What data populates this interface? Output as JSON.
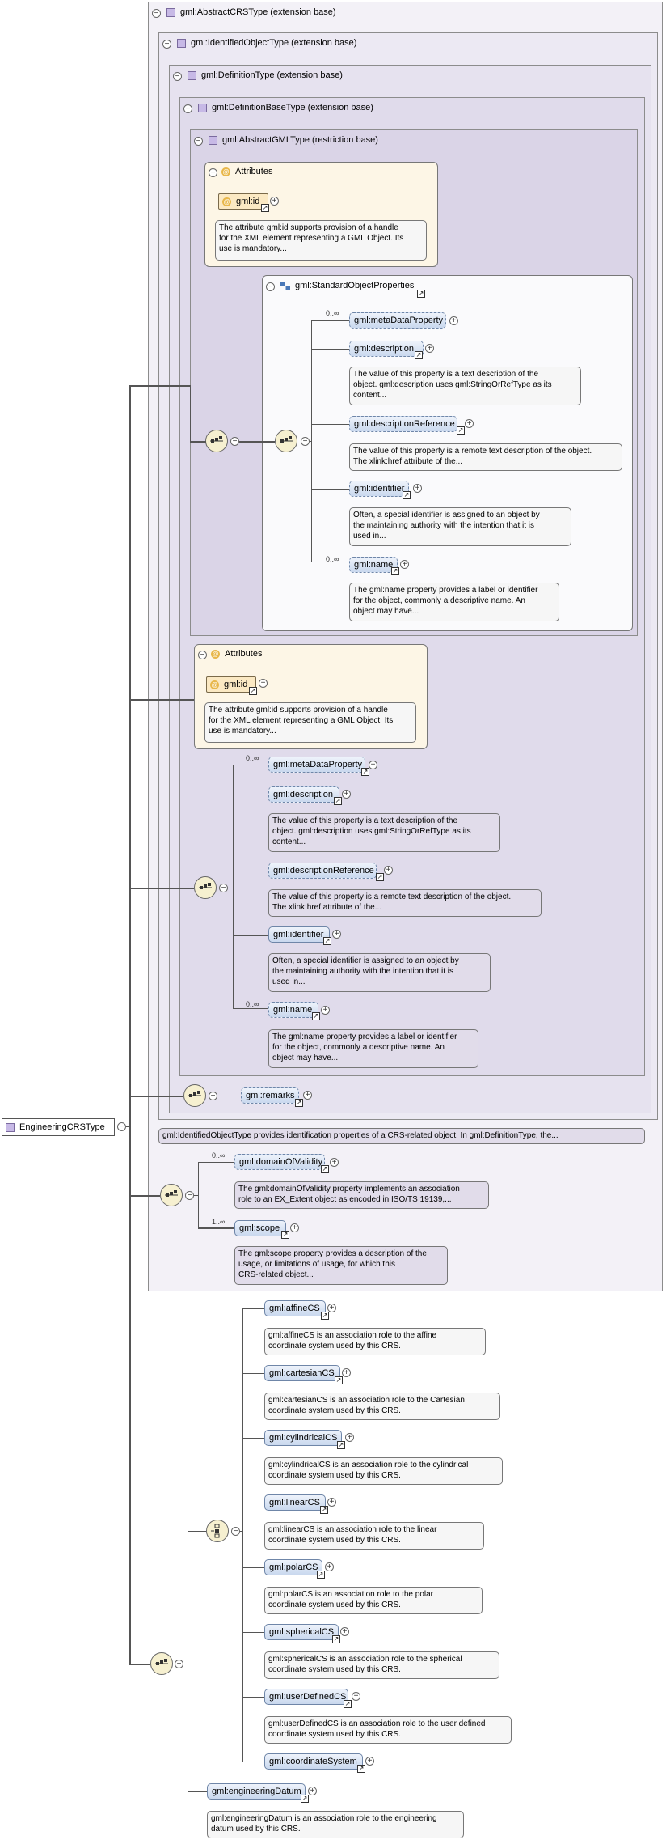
{
  "root": {
    "label": "EngineeringCRSType"
  },
  "types": {
    "abstract_crs": "gml:AbstractCRSType (extension base)",
    "identified_object": "gml:IdentifiedObjectType (extension base)",
    "definition": "gml:DefinitionType (extension base)",
    "definition_base": "gml:DefinitionBaseType (extension base)",
    "abstract_gml": "gml:AbstractGMLType (restriction base)"
  },
  "attributes": {
    "title": "Attributes",
    "id_label": "gml:id",
    "id_doc": [
      "The attribute gml:id supports provision of a handle",
      "for the XML element representing a GML Object. Its",
      "use is mandatory..."
    ]
  },
  "standard_object_properties": {
    "label": "gml:StandardObjectProperties"
  },
  "elements": {
    "metaDataProperty": {
      "label": "gml:metaDataProperty",
      "mult": "0..∞"
    },
    "description": {
      "label": "gml:description",
      "doc": [
        "The value of this property is a text description of the",
        "object. gml:description uses gml:StringOrRefType as its",
        "content..."
      ]
    },
    "descriptionReference": {
      "label": "gml:descriptionReference",
      "doc": [
        "The value of this property is a remote text description of the object.",
        "The xlink:href attribute of the..."
      ]
    },
    "identifier": {
      "label": "gml:identifier",
      "doc": [
        "Often, a special identifier is assigned to an object by",
        "the maintaining authority with the intention that it is",
        "used in..."
      ]
    },
    "name": {
      "label": "gml:name",
      "mult": "0..∞",
      "doc": [
        "The gml:name property provides a label or identifier",
        "for the object, commonly a descriptive name. An",
        "object may have..."
      ]
    },
    "remarks": {
      "label": "gml:remarks"
    },
    "domainOfValidity": {
      "label": "gml:domainOfValidity",
      "mult": "0..∞",
      "doc": [
        "The gml:domainOfValidity property implements an association",
        "role to an EX_Extent object as encoded in ISO/TS 19139,..."
      ]
    },
    "scope": {
      "label": "gml:scope",
      "mult": "1..∞",
      "doc": [
        "The gml:scope property provides a description of the",
        "usage, or limitations of usage, for which this",
        "CRS-related object..."
      ]
    },
    "affineCS": {
      "label": "gml:affineCS",
      "doc": [
        "gml:affineCS is an association role to the affine",
        "coordinate system used by this CRS."
      ]
    },
    "cartesianCS": {
      "label": "gml:cartesianCS",
      "doc": [
        "gml:cartesianCS is an association role to the Cartesian",
        "coordinate system used by this CRS."
      ]
    },
    "cylindricalCS": {
      "label": "gml:cylindricalCS",
      "doc": [
        "gml:cylindricalCS is an association role to the cylindrical",
        "coordinate system used by this CRS."
      ]
    },
    "linearCS": {
      "label": "gml:linearCS",
      "doc": [
        "gml:linearCS is an association role to the linear",
        "coordinate system used by this CRS."
      ]
    },
    "polarCS": {
      "label": "gml:polarCS",
      "doc": [
        "gml:polarCS is an association role to the polar",
        "coordinate system used by this CRS."
      ]
    },
    "sphericalCS": {
      "label": "gml:sphericalCS",
      "doc": [
        "gml:sphericalCS is an association role to the spherical",
        "coordinate system used by this CRS."
      ]
    },
    "userDefinedCS": {
      "label": "gml:userDefinedCS",
      "doc": [
        "gml:userDefinedCS is an association role to the user defined",
        "coordinate system used by this CRS."
      ]
    },
    "coordinateSystem": {
      "label": "gml:coordinateSystem"
    },
    "engineeringDatum": {
      "label": "gml:engineeringDatum",
      "doc": [
        "gml:engineeringDatum is an association role to the engineering",
        "datum used by this CRS."
      ]
    }
  },
  "identified_object_doc": "gml:IdentifiedObjectType provides identification properties of a CRS-related object. In gml:DefinitionType, the..."
}
